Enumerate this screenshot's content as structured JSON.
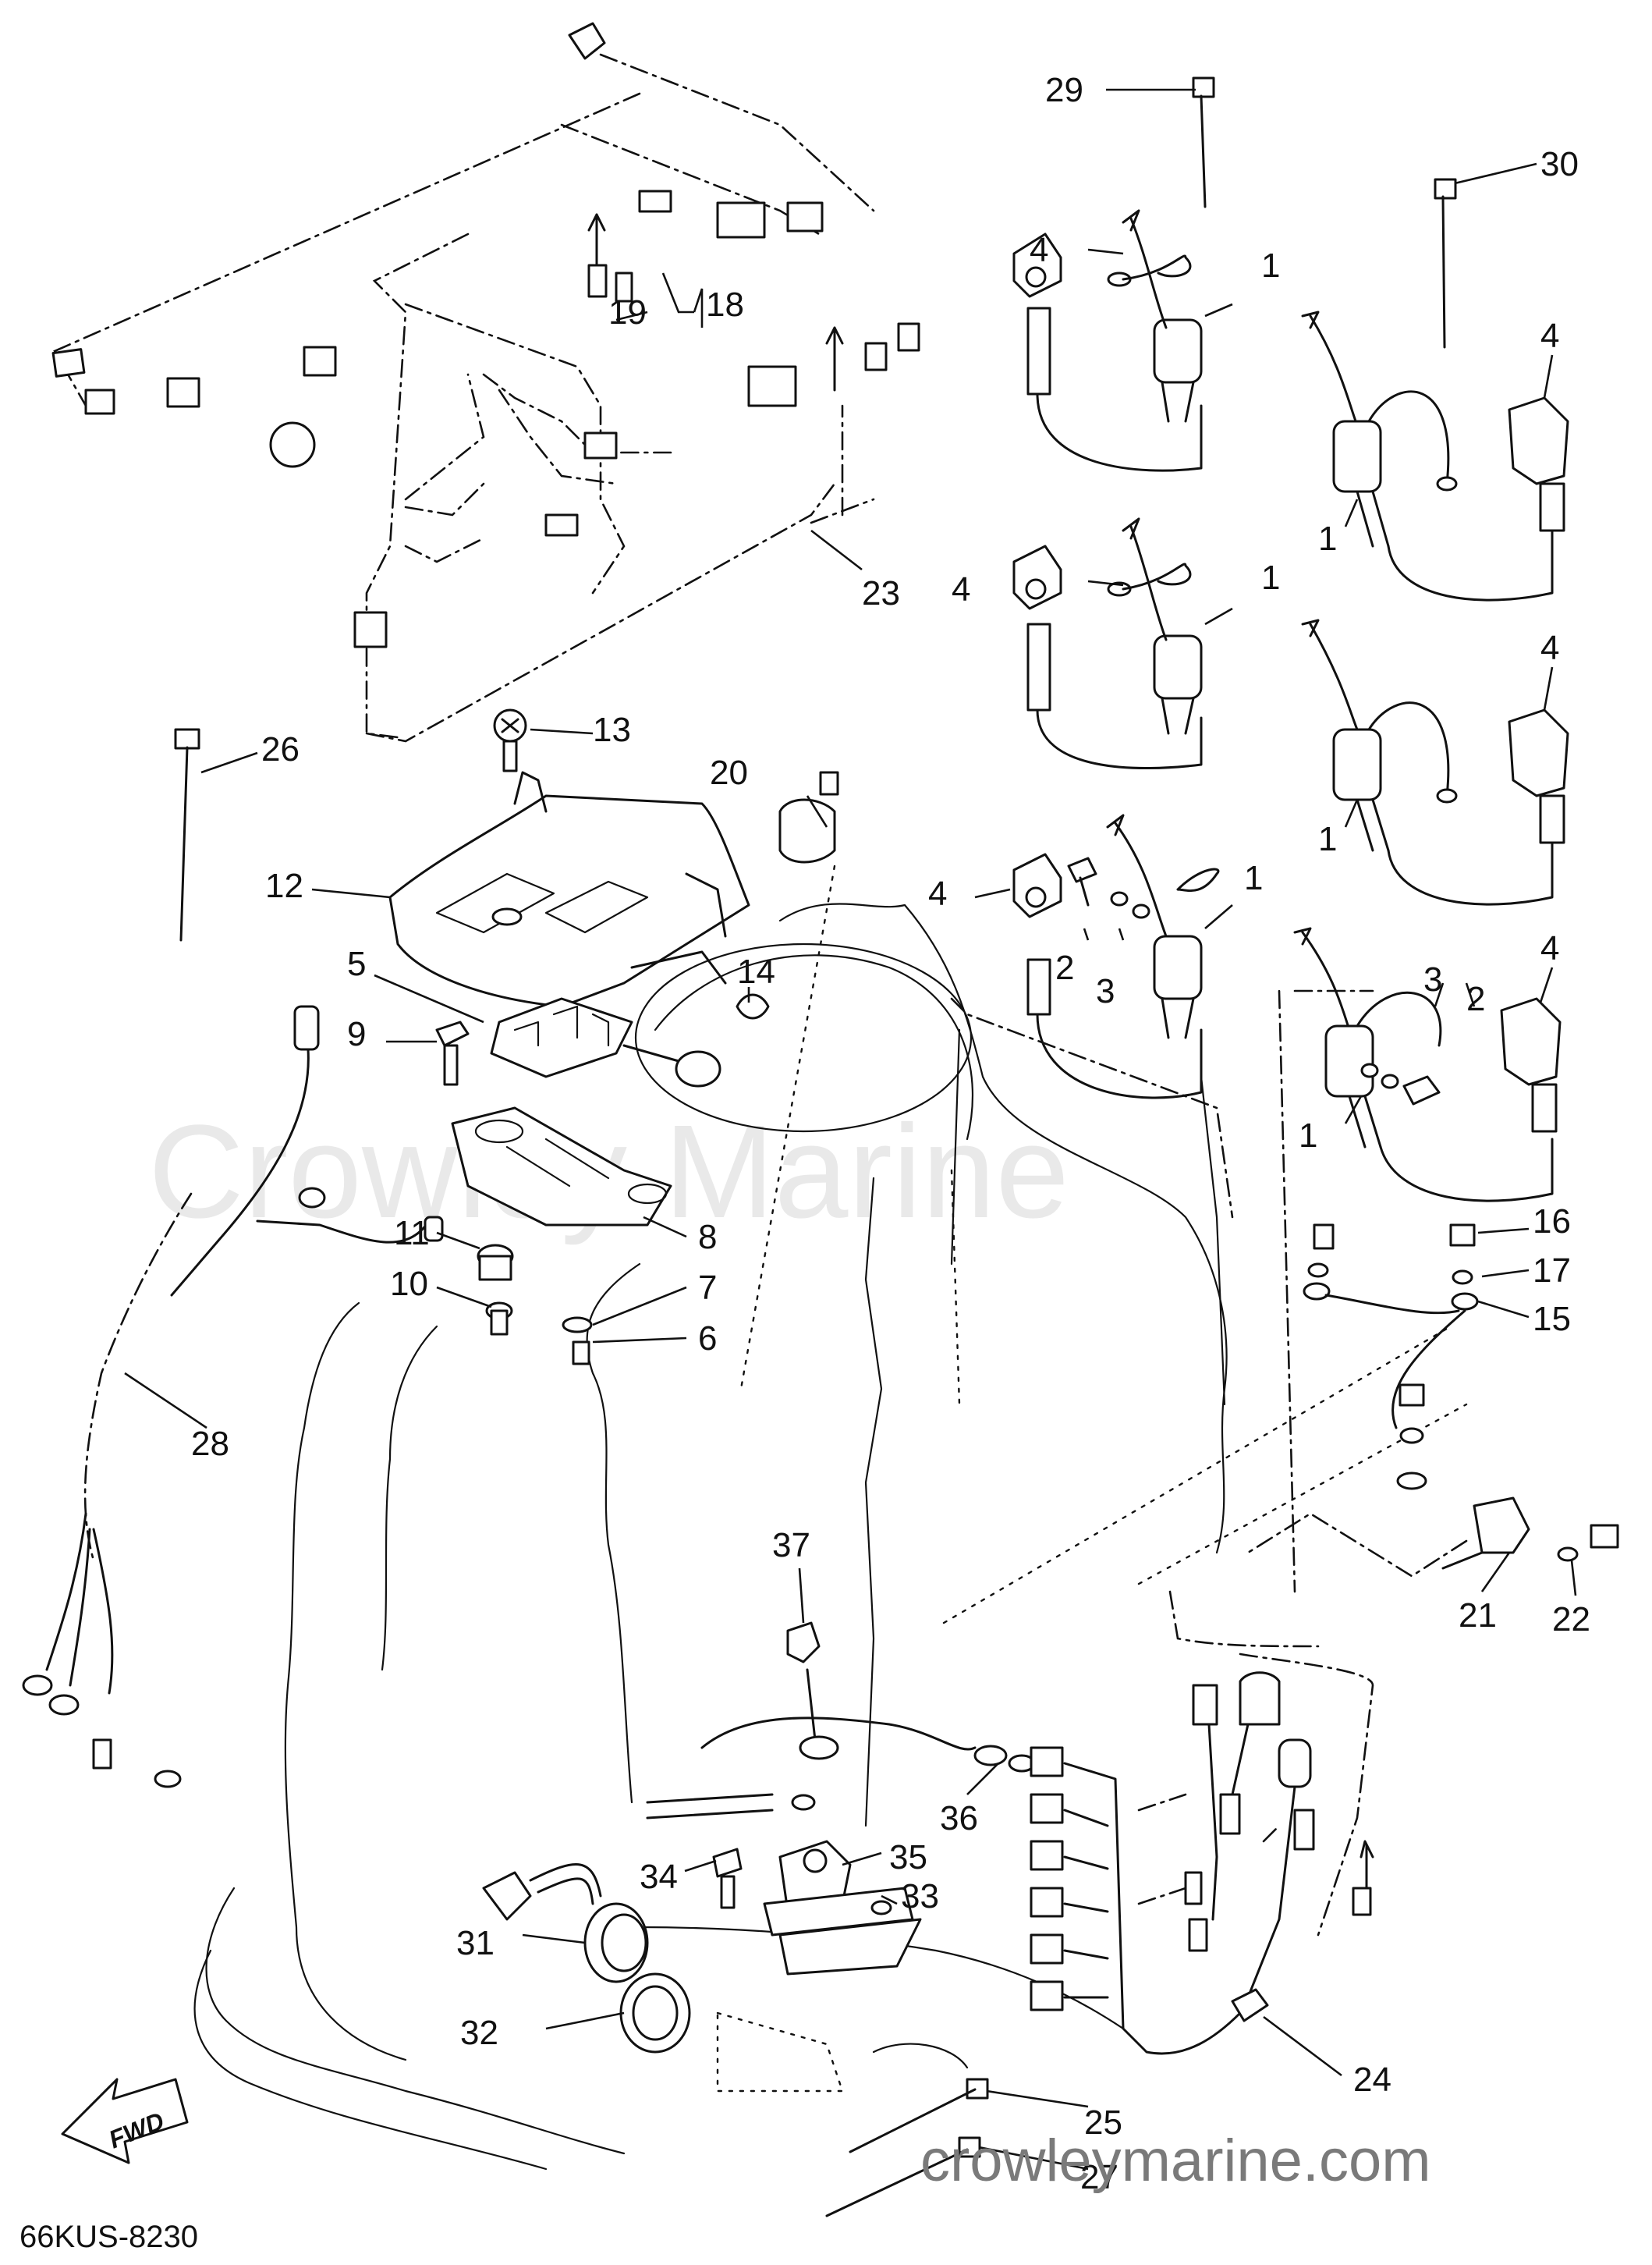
{
  "drawing_code": "66KUS-8230",
  "watermark_faint": "Crowley Marine",
  "watermark_url": "crowleymarine.com",
  "fwd_label": "FWD",
  "callouts": [
    {
      "id": "c29",
      "label": "29"
    },
    {
      "id": "c30",
      "label": "30"
    },
    {
      "id": "c4a",
      "label": "4"
    },
    {
      "id": "c1a",
      "label": "1"
    },
    {
      "id": "c19",
      "label": "19"
    },
    {
      "id": "c18",
      "label": "18"
    },
    {
      "id": "c4b",
      "label": "4"
    },
    {
      "id": "c1b",
      "label": "1"
    },
    {
      "id": "c23",
      "label": "23"
    },
    {
      "id": "c4c",
      "label": "4"
    },
    {
      "id": "c1c",
      "label": "1"
    },
    {
      "id": "c13",
      "label": "13"
    },
    {
      "id": "c26",
      "label": "26"
    },
    {
      "id": "c4d",
      "label": "4"
    },
    {
      "id": "c1d",
      "label": "1"
    },
    {
      "id": "c20",
      "label": "20"
    },
    {
      "id": "c12",
      "label": "12"
    },
    {
      "id": "c4e",
      "label": "4"
    },
    {
      "id": "c1e",
      "label": "1"
    },
    {
      "id": "c2a",
      "label": "2"
    },
    {
      "id": "c3a",
      "label": "3"
    },
    {
      "id": "c14",
      "label": "14"
    },
    {
      "id": "c5",
      "label": "5"
    },
    {
      "id": "c3b",
      "label": "3"
    },
    {
      "id": "c2b",
      "label": "2"
    },
    {
      "id": "c4f",
      "label": "4"
    },
    {
      "id": "c9",
      "label": "9"
    },
    {
      "id": "c1f",
      "label": "1"
    },
    {
      "id": "c8",
      "label": "8"
    },
    {
      "id": "c11",
      "label": "11"
    },
    {
      "id": "c16",
      "label": "16"
    },
    {
      "id": "c17",
      "label": "17"
    },
    {
      "id": "c10",
      "label": "10"
    },
    {
      "id": "c7",
      "label": "7"
    },
    {
      "id": "c15",
      "label": "15"
    },
    {
      "id": "c6",
      "label": "6"
    },
    {
      "id": "c28",
      "label": "28"
    },
    {
      "id": "c37",
      "label": "37"
    },
    {
      "id": "c21",
      "label": "21"
    },
    {
      "id": "c22",
      "label": "22"
    },
    {
      "id": "c36",
      "label": "36"
    },
    {
      "id": "c35",
      "label": "35"
    },
    {
      "id": "c34",
      "label": "34"
    },
    {
      "id": "c33",
      "label": "33"
    },
    {
      "id": "c31",
      "label": "31"
    },
    {
      "id": "c32",
      "label": "32"
    },
    {
      "id": "c24",
      "label": "24"
    },
    {
      "id": "c25",
      "label": "25"
    },
    {
      "id": "c27",
      "label": "27"
    }
  ]
}
